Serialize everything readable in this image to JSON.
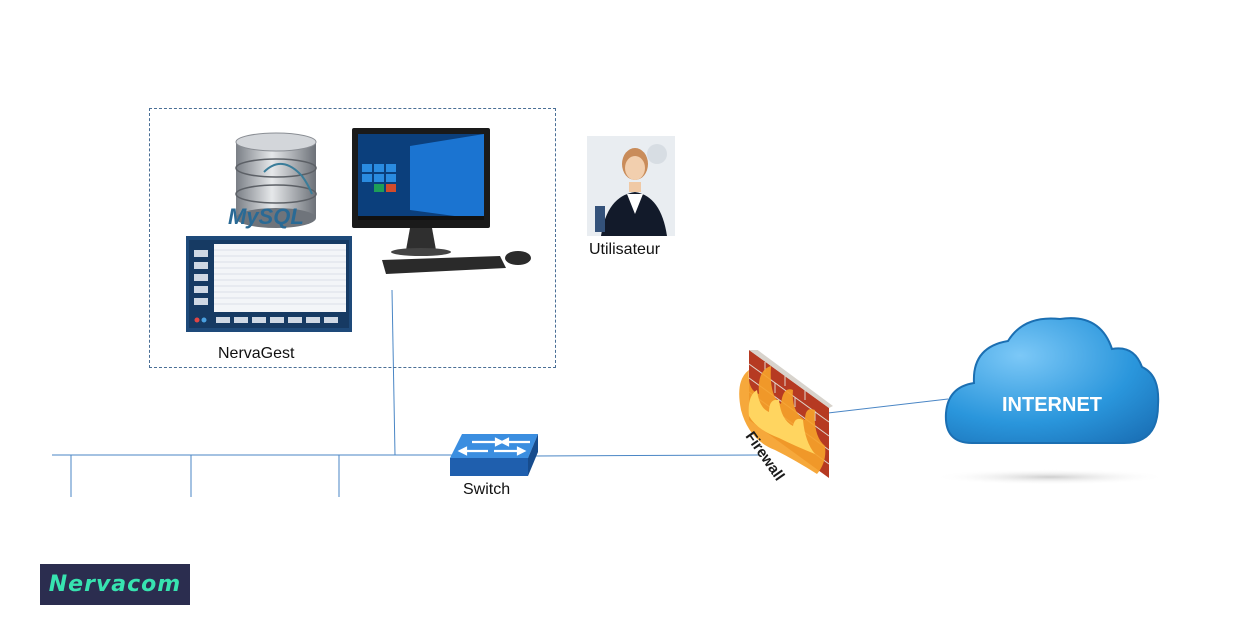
{
  "labels": {
    "app": "NervaGest",
    "user": "Utilisateur",
    "switch": "Switch",
    "firewall": "Firewall",
    "internet": "INTERNET",
    "mysql_logo": "MySQL"
  },
  "logo": {
    "text": "Nervacom"
  },
  "colors": {
    "line": "#4a86c5",
    "cloud": "#1f86d1",
    "logo_bg": "#2b2d4f",
    "logo_text": "#37e3b0"
  }
}
